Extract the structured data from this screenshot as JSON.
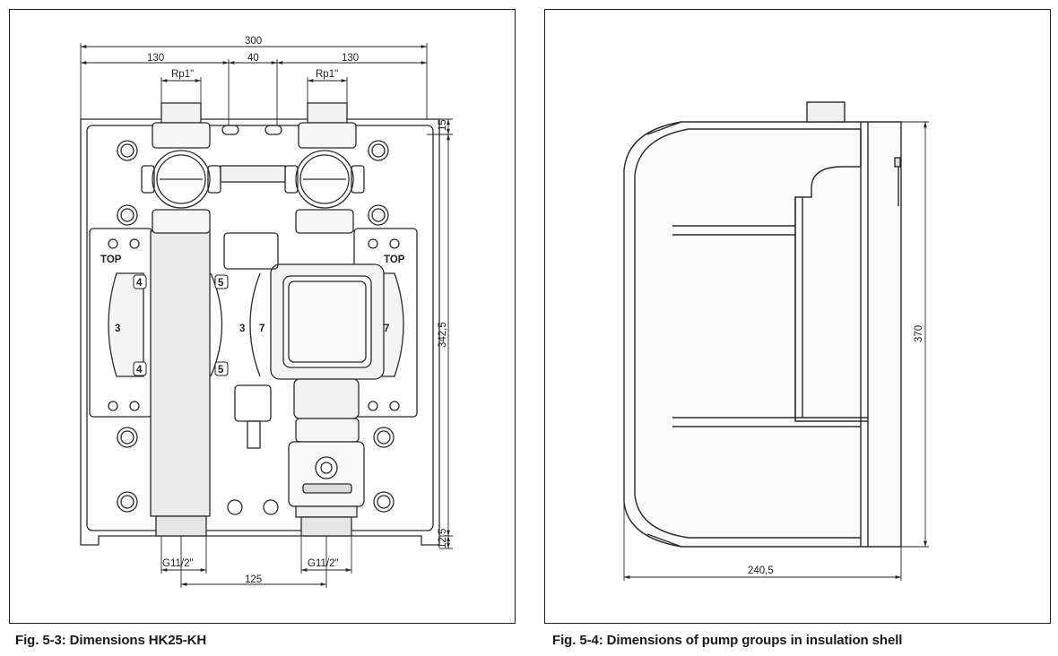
{
  "figures": [
    {
      "caption": "Fig. 5-3: Dimensions HK25-KH",
      "dimensions": {
        "overall_width": "300",
        "left_width": "130",
        "center_gap": "40",
        "right_width": "130",
        "top_thread_left": "Rp1\"",
        "top_thread_right": "Rp1\"",
        "top_offset": "15",
        "height": "342,5",
        "bottom_offset": "12,5",
        "bottom_thread_left": "G11/2\"",
        "bottom_thread_right": "G11/2\"",
        "center_distance": "125"
      },
      "labels": {
        "top_left": "TOP",
        "top_right": "TOP",
        "n3a": "3",
        "n3b": "3",
        "n4a": "4",
        "n4b": "4",
        "n5a": "5",
        "n5b": "5",
        "n7a": "7",
        "n7b": "7"
      }
    },
    {
      "caption": "Fig. 5-4: Dimensions of pump groups in insulation shell",
      "dimensions": {
        "height": "370",
        "depth": "240,5"
      }
    }
  ]
}
